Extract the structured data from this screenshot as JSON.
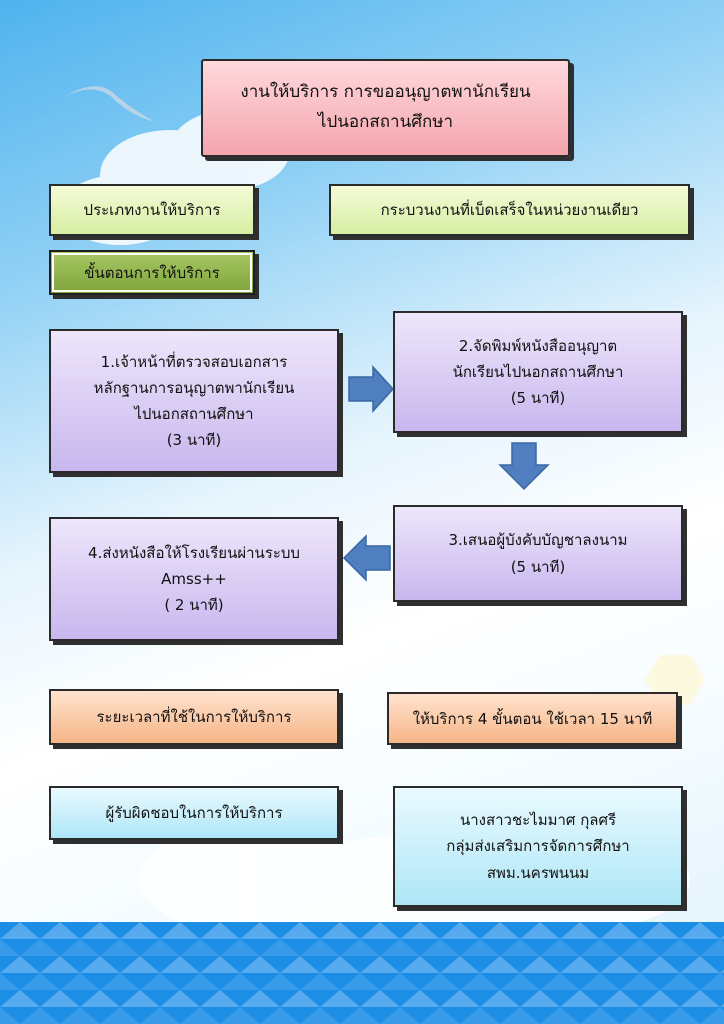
{
  "title": "งานให้บริการ การขออนุญาตพานักเรียน\nไปนอกสถานศึกษา",
  "service_type_label": "ประเภทงานให้บริการ",
  "service_type_value": "กระบวนงานที่เบ็ดเสร็จในหน่วยงานเดียว",
  "steps_label": "ขั้นตอนการให้บริการ",
  "steps": [
    "1.เจ้าหน้าที่ตรวจสอบเอกสาร\nหลักฐานการอนุญาตพานักเรียน\nไปนอกสถานศึกษา\n(3 นาที)",
    "2.จัดพิมพ์หนังสืออนุญาต\nนักเรียนไปนอกสถานศึกษา\n(5 นาที)",
    "3.เสนอผู้บังคับบัญชาลงนาม\n(5 นาที)",
    "4.ส่งหนังสือให้โรงเรียนผ่านระบบ\nAmss++\n( 2 นาที)"
  ],
  "duration_label": "ระยะเวลาที่ใช้ในการให้บริการ",
  "duration_value": "ให้บริการ 4 ขั้นตอน ใช้เวลา 15 นาที",
  "responsible_label": "ผู้รับผิดชอบในการให้บริการ",
  "responsible_value": "นางสาวชะไมมาศ  กุลศรี\nกลุ่มส่งเสริมการจัดการศึกษา\nสพม.นครพนนม",
  "colors": {
    "arrow": "#4f7fbf",
    "title_fill": "#f4a5ae",
    "step_fill": "#c8b7ee",
    "label_fill": "#d6eea2",
    "orange_fill": "#f6b586",
    "cyan_fill": "#aee6f7"
  }
}
